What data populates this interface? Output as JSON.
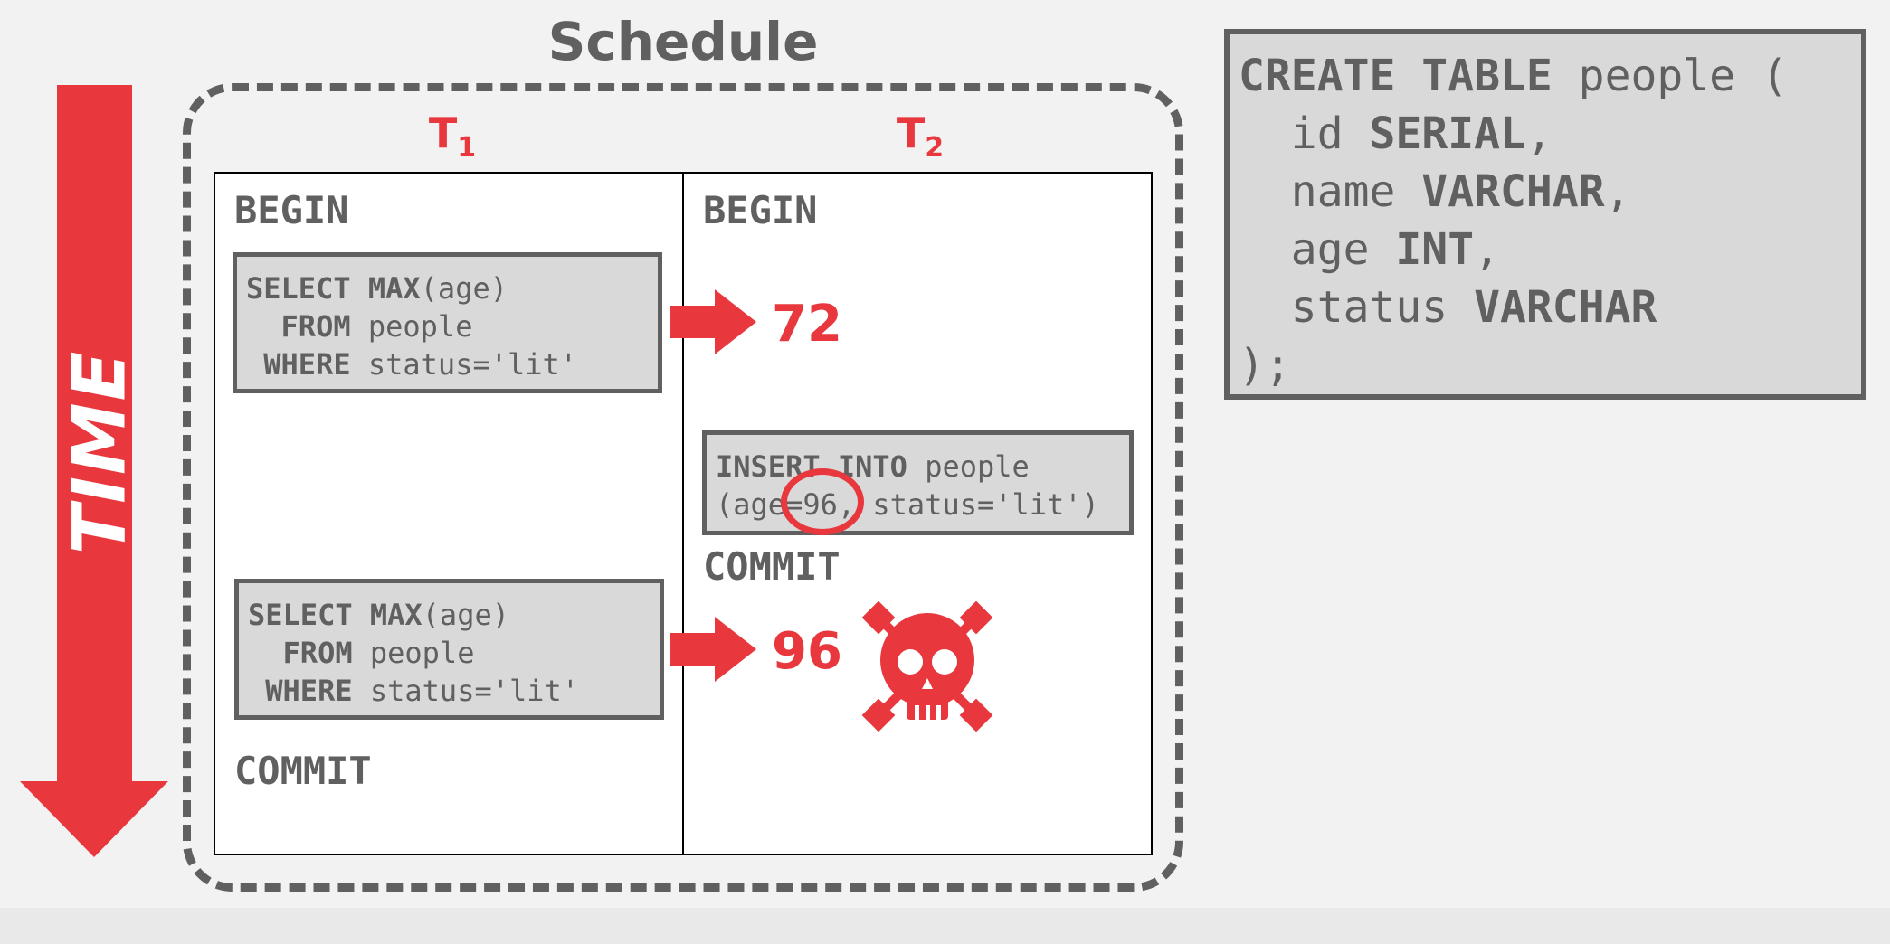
{
  "schedule": {
    "title": "Schedule",
    "t1_label": "T",
    "t1_sub": "1",
    "t2_label": "T",
    "t2_sub": "2"
  },
  "time_axis": {
    "label": "TIME"
  },
  "t1": {
    "begin": "BEGIN",
    "query1": {
      "l1_kw": "SELECT MAX",
      "l1_rest": "(age)",
      "l2_kw": "  FROM",
      "l2_rest": " people",
      "l3_kw": " WHERE",
      "l3_rest": " status='lit'"
    },
    "query2": {
      "l1_kw": "SELECT MAX",
      "l1_rest": "(age)",
      "l2_kw": "  FROM",
      "l2_rest": " people",
      "l3_kw": " WHERE",
      "l3_rest": " status='lit'"
    },
    "commit": "COMMIT"
  },
  "t2": {
    "begin": "BEGIN",
    "insert": {
      "l1_kw": "INSERT INTO",
      "l1_rest": " people",
      "l2": "(age=96, status='lit')"
    },
    "commit": "COMMIT"
  },
  "results": {
    "first": "72",
    "second": "96"
  },
  "create_table": {
    "l1_kw": "CREATE TABLE",
    "l1_rest": " people (",
    "l2_pre": "  id ",
    "l2_kw": "SERIAL",
    "l2_post": ",",
    "l3_pre": "  name ",
    "l3_kw": "VARCHAR",
    "l3_post": ",",
    "l4_pre": "  age ",
    "l4_kw": "INT",
    "l4_post": ",",
    "l5_pre": "  status ",
    "l5_kw": "VARCHAR",
    "l6": ");"
  },
  "colors": {
    "accent_red": "#e8383d",
    "text_gray": "#606060",
    "box_fill": "#d9d9d9"
  },
  "icons": [
    "time-arrow-icon",
    "arrow-right-icon",
    "skull-crossbones-icon"
  ]
}
